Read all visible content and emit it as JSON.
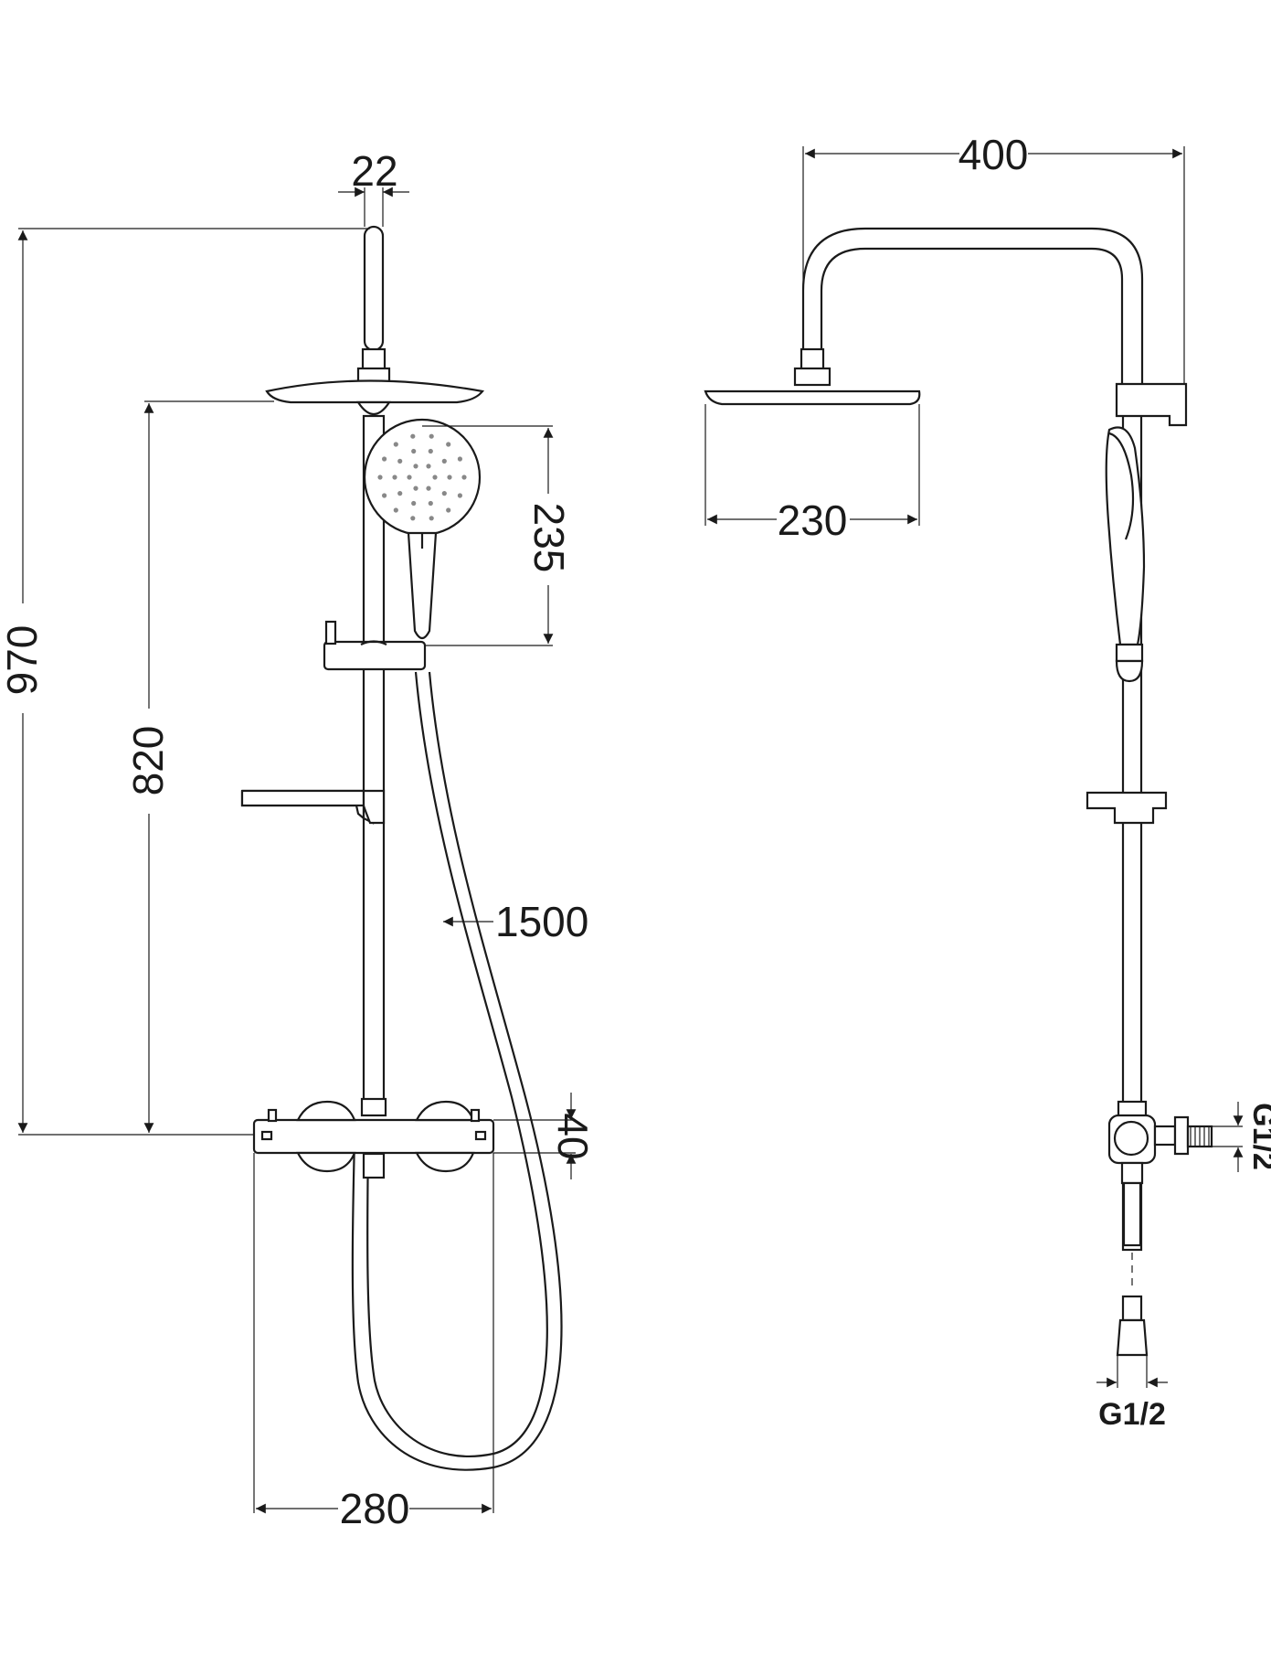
{
  "dimensions": {
    "top_pipe_diameter": "22",
    "total_height": "970",
    "head_to_mixer_height": "820",
    "hand_shower_length": "235",
    "hose_length": "1500",
    "mixer_height": "40",
    "mixer_width": "280",
    "arm_reach": "400",
    "head_diameter": "230",
    "side_inlet_thread": "G1/2",
    "bottom_inlet_thread": "G1/2"
  }
}
